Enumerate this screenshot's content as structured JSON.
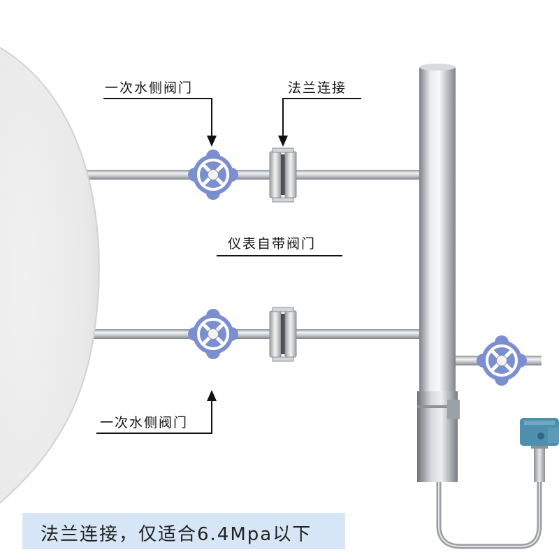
{
  "labels": {
    "top_valve": "一次水侧阀门",
    "flange": "法兰连接",
    "instrument_valve": "仪表自带阀门",
    "bottom_valve": "一次水侧阀门"
  },
  "banner": {
    "text": "法兰连接，仅适合6.4Mpa以下"
  },
  "colors": {
    "valve_handwheel": "#7b8fd0",
    "pipe": "#c4c8cc",
    "tank": "#ececec",
    "transmitter": "#4f8fae",
    "banner_bg": "#d6e6f6"
  }
}
